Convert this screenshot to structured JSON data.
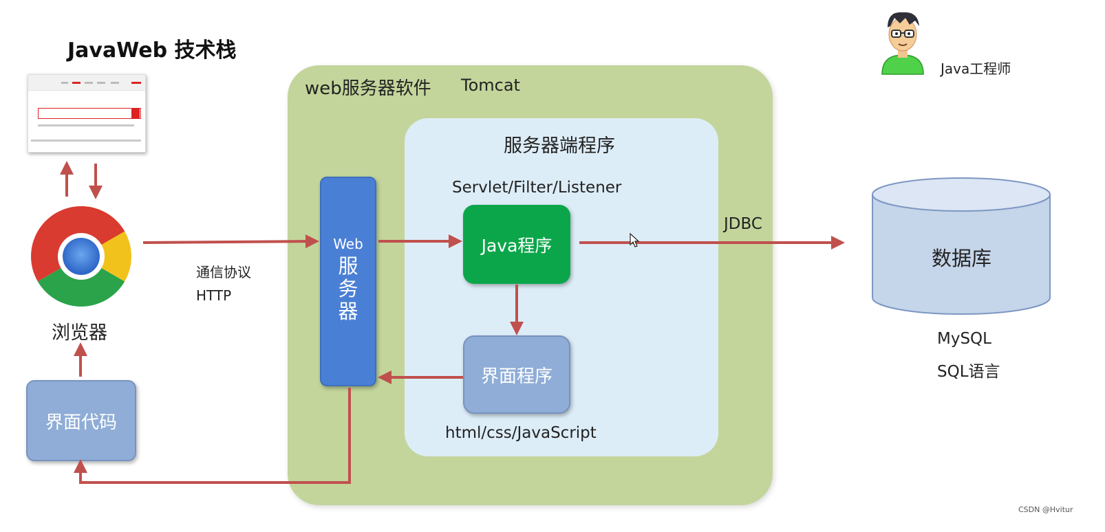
{
  "title": "JavaWeb 技术栈",
  "browser": {
    "label": "浏览器"
  },
  "protocol": {
    "line1": "通信协议",
    "line2": "HTTP"
  },
  "ui_code": {
    "label": "界面代码"
  },
  "server_software": {
    "label": "web服务器软件",
    "tomcat": "Tomcat"
  },
  "server_program": {
    "title": "服务器端程序",
    "components": "Servlet/Filter/Listener",
    "java": "Java程序",
    "ui_program": "界面程序",
    "frontend": "html/css/JavaScript"
  },
  "web_server": {
    "line1": "Web",
    "chars": [
      "服",
      "务",
      "器"
    ]
  },
  "jdbc": "JDBC",
  "database": {
    "label": "数据库",
    "line1": "MySQL",
    "line2": "SQL语言"
  },
  "engineer": {
    "label": "Java工程师"
  },
  "watermark": "CSDN @Hvitur",
  "colors": {
    "arrow": "#c0504d",
    "green_container": "#c3d59b",
    "inner_container": "#ddedf7",
    "web_server": "#4a7fd6",
    "java_box": "#0ca64a",
    "ui_box": "#8fadd6",
    "database": "#c5d5ea"
  }
}
